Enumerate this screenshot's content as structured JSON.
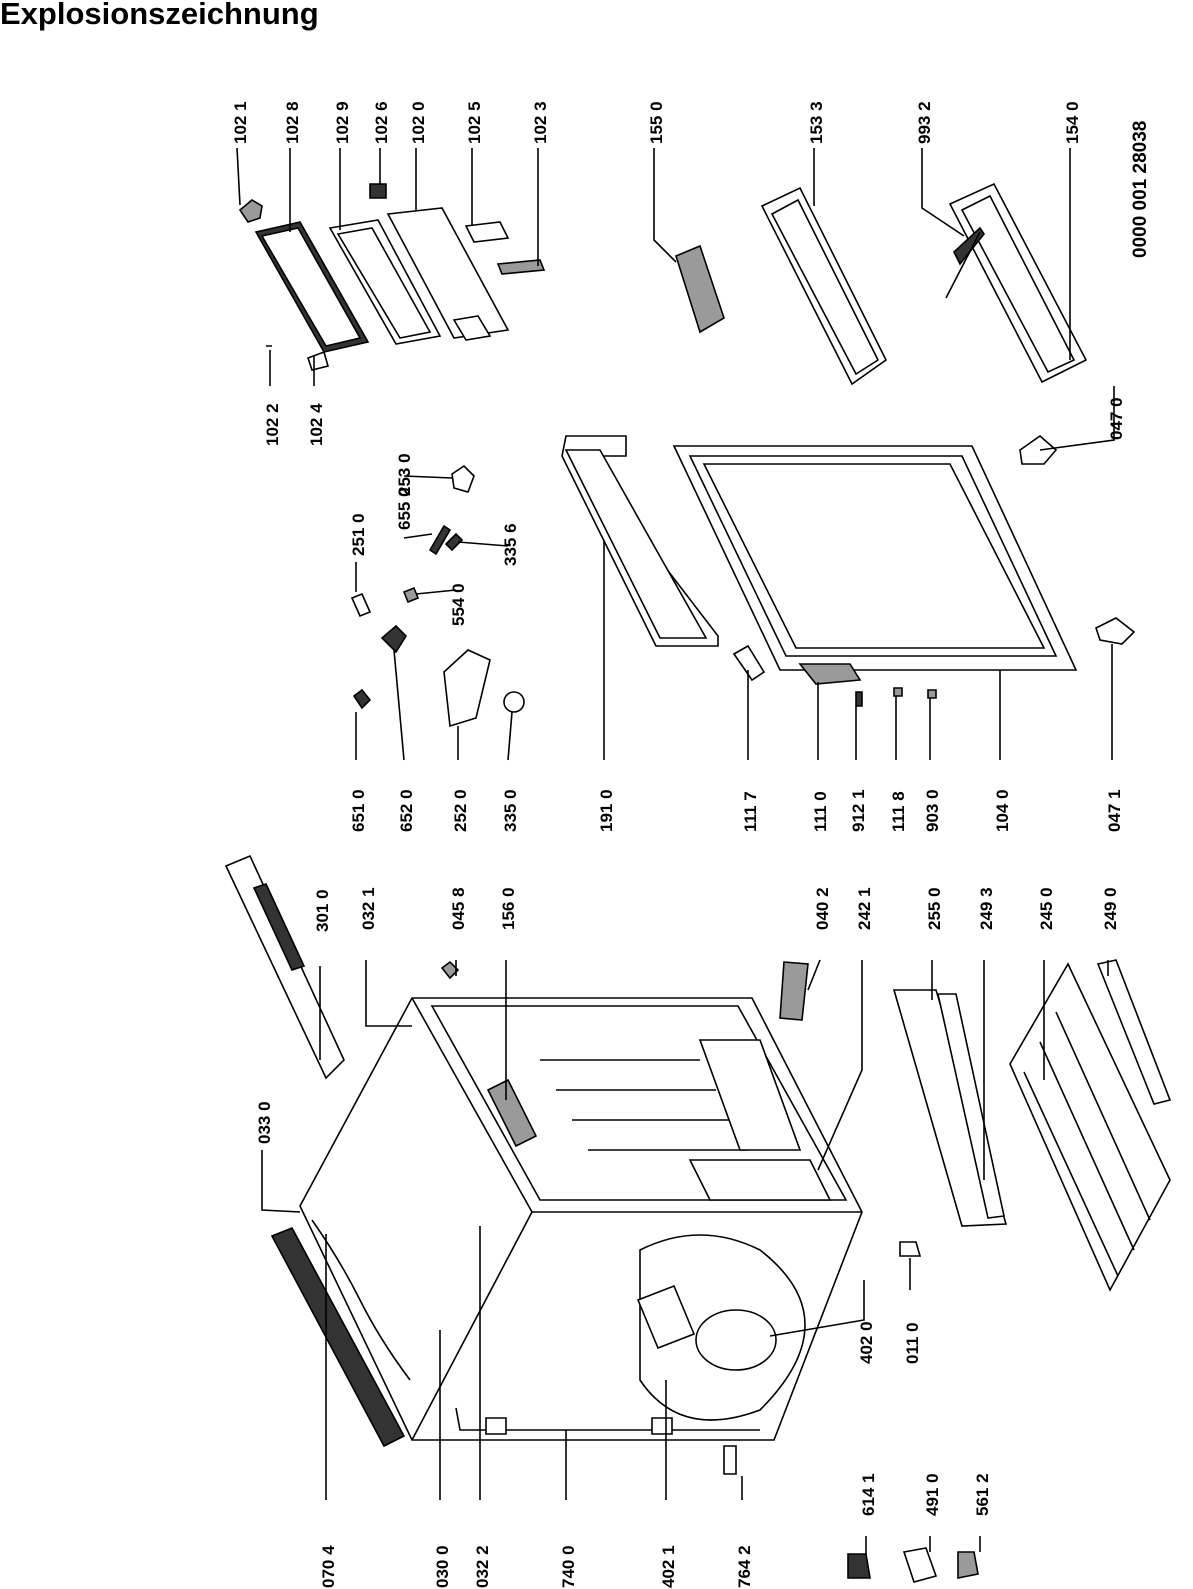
{
  "title": "Explosionszeichnung",
  "document_code": "0000 001 28038",
  "labels": [
    "102 1",
    "102 8",
    "102 9",
    "102 6",
    "102 0",
    "102 5",
    "102 3",
    "155 0",
    "153 3",
    "993 2",
    "154 0",
    "102 2",
    "102 4",
    "047 0",
    "251 0",
    "655 0",
    "335 6",
    "253 0",
    "554 0",
    "651 0",
    "652 0",
    "252 0",
    "335 0",
    "191 0",
    "111 7",
    "111 0",
    "912 1",
    "111 8",
    "903 0",
    "104 0",
    "047 1",
    "033 0",
    "301 0",
    "032 1",
    "045 8",
    "156 0",
    "040 2",
    "242 1",
    "255 0",
    "249 3",
    "245 0",
    "249 0",
    "402 0",
    "011 0",
    "070 4",
    "030 0",
    "032 2",
    "740 0",
    "402 1",
    "764 2",
    "614 1",
    "491 0",
    "561 2"
  ]
}
